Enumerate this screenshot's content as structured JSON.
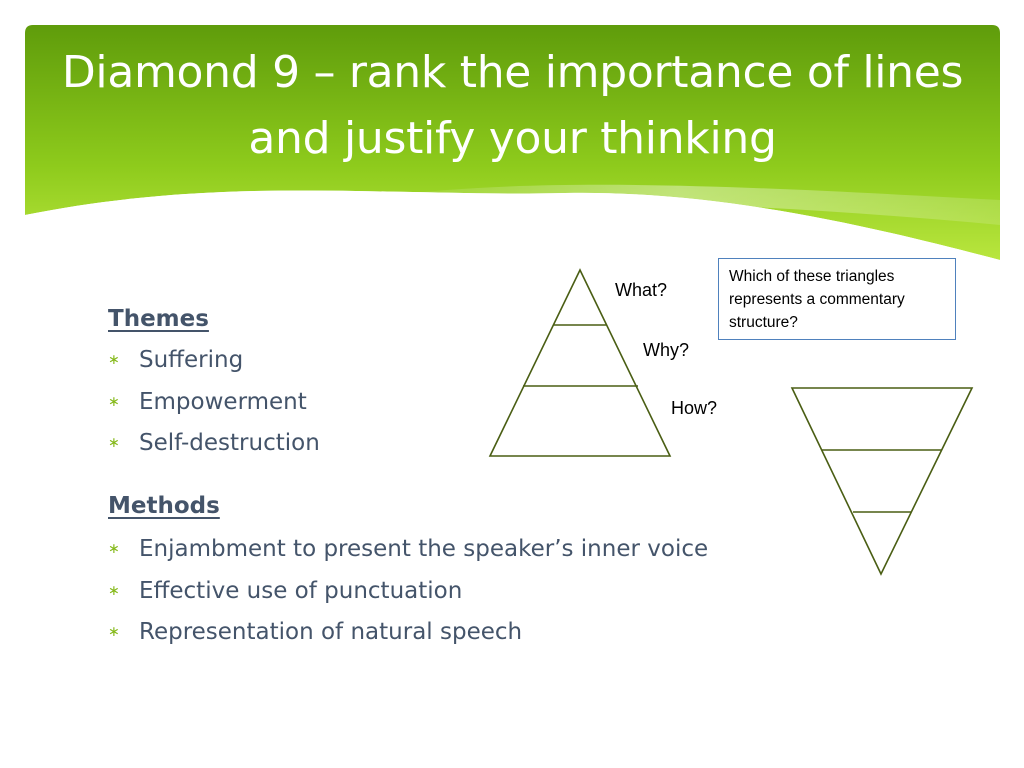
{
  "title": "Diamond 9 – rank the importance of lines and justify your thinking",
  "themes": {
    "heading": "Themes",
    "items": [
      "Suffering",
      "Empowerment",
      "Self-destruction"
    ]
  },
  "methods": {
    "heading": "Methods",
    "items": [
      "Enjambment to present the speaker’s inner voice",
      "Effective use of punctuation",
      "Representation of natural speech"
    ]
  },
  "pyramid_labels": {
    "what": "What?",
    "why": "Why?",
    "how": "How?"
  },
  "question": "Which of these triangles represents a commentary structure?",
  "bullet_glyph": "∗",
  "colors": {
    "header_dark": "#5e9e0a",
    "header_light": "#b6e33c",
    "text": "#44546a",
    "bullet": "#84b818",
    "triangle_stroke": "#4a5e14",
    "question_border": "#4f81bd"
  }
}
